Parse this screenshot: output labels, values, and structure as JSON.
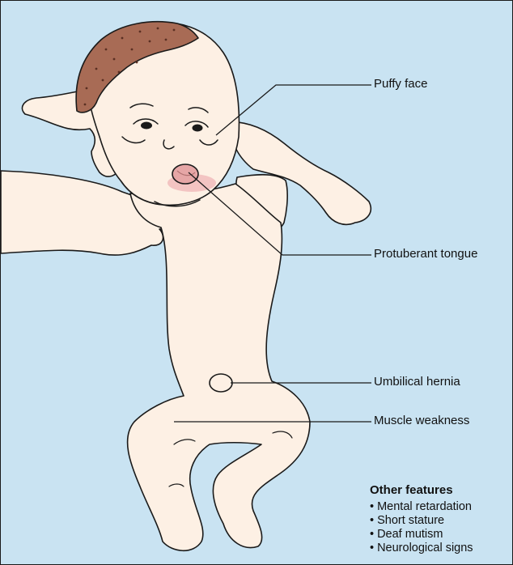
{
  "labels": {
    "puffy_face": "Puffy face",
    "protuberant_tongue": "Protuberant tongue",
    "umbilical_hernia": "Umbilical hernia",
    "muscle_weakness": "Muscle weakness"
  },
  "other_features": {
    "heading": "Other features",
    "items": [
      "Mental retardation",
      "Short stature",
      "Deaf mutism",
      "Neurological signs"
    ]
  },
  "colors": {
    "background": "#c9e3f2",
    "skin": "#fdf0e4",
    "hair": "#a86b55",
    "tongue": "#e6a6a6",
    "line": "#1a1a1a"
  }
}
